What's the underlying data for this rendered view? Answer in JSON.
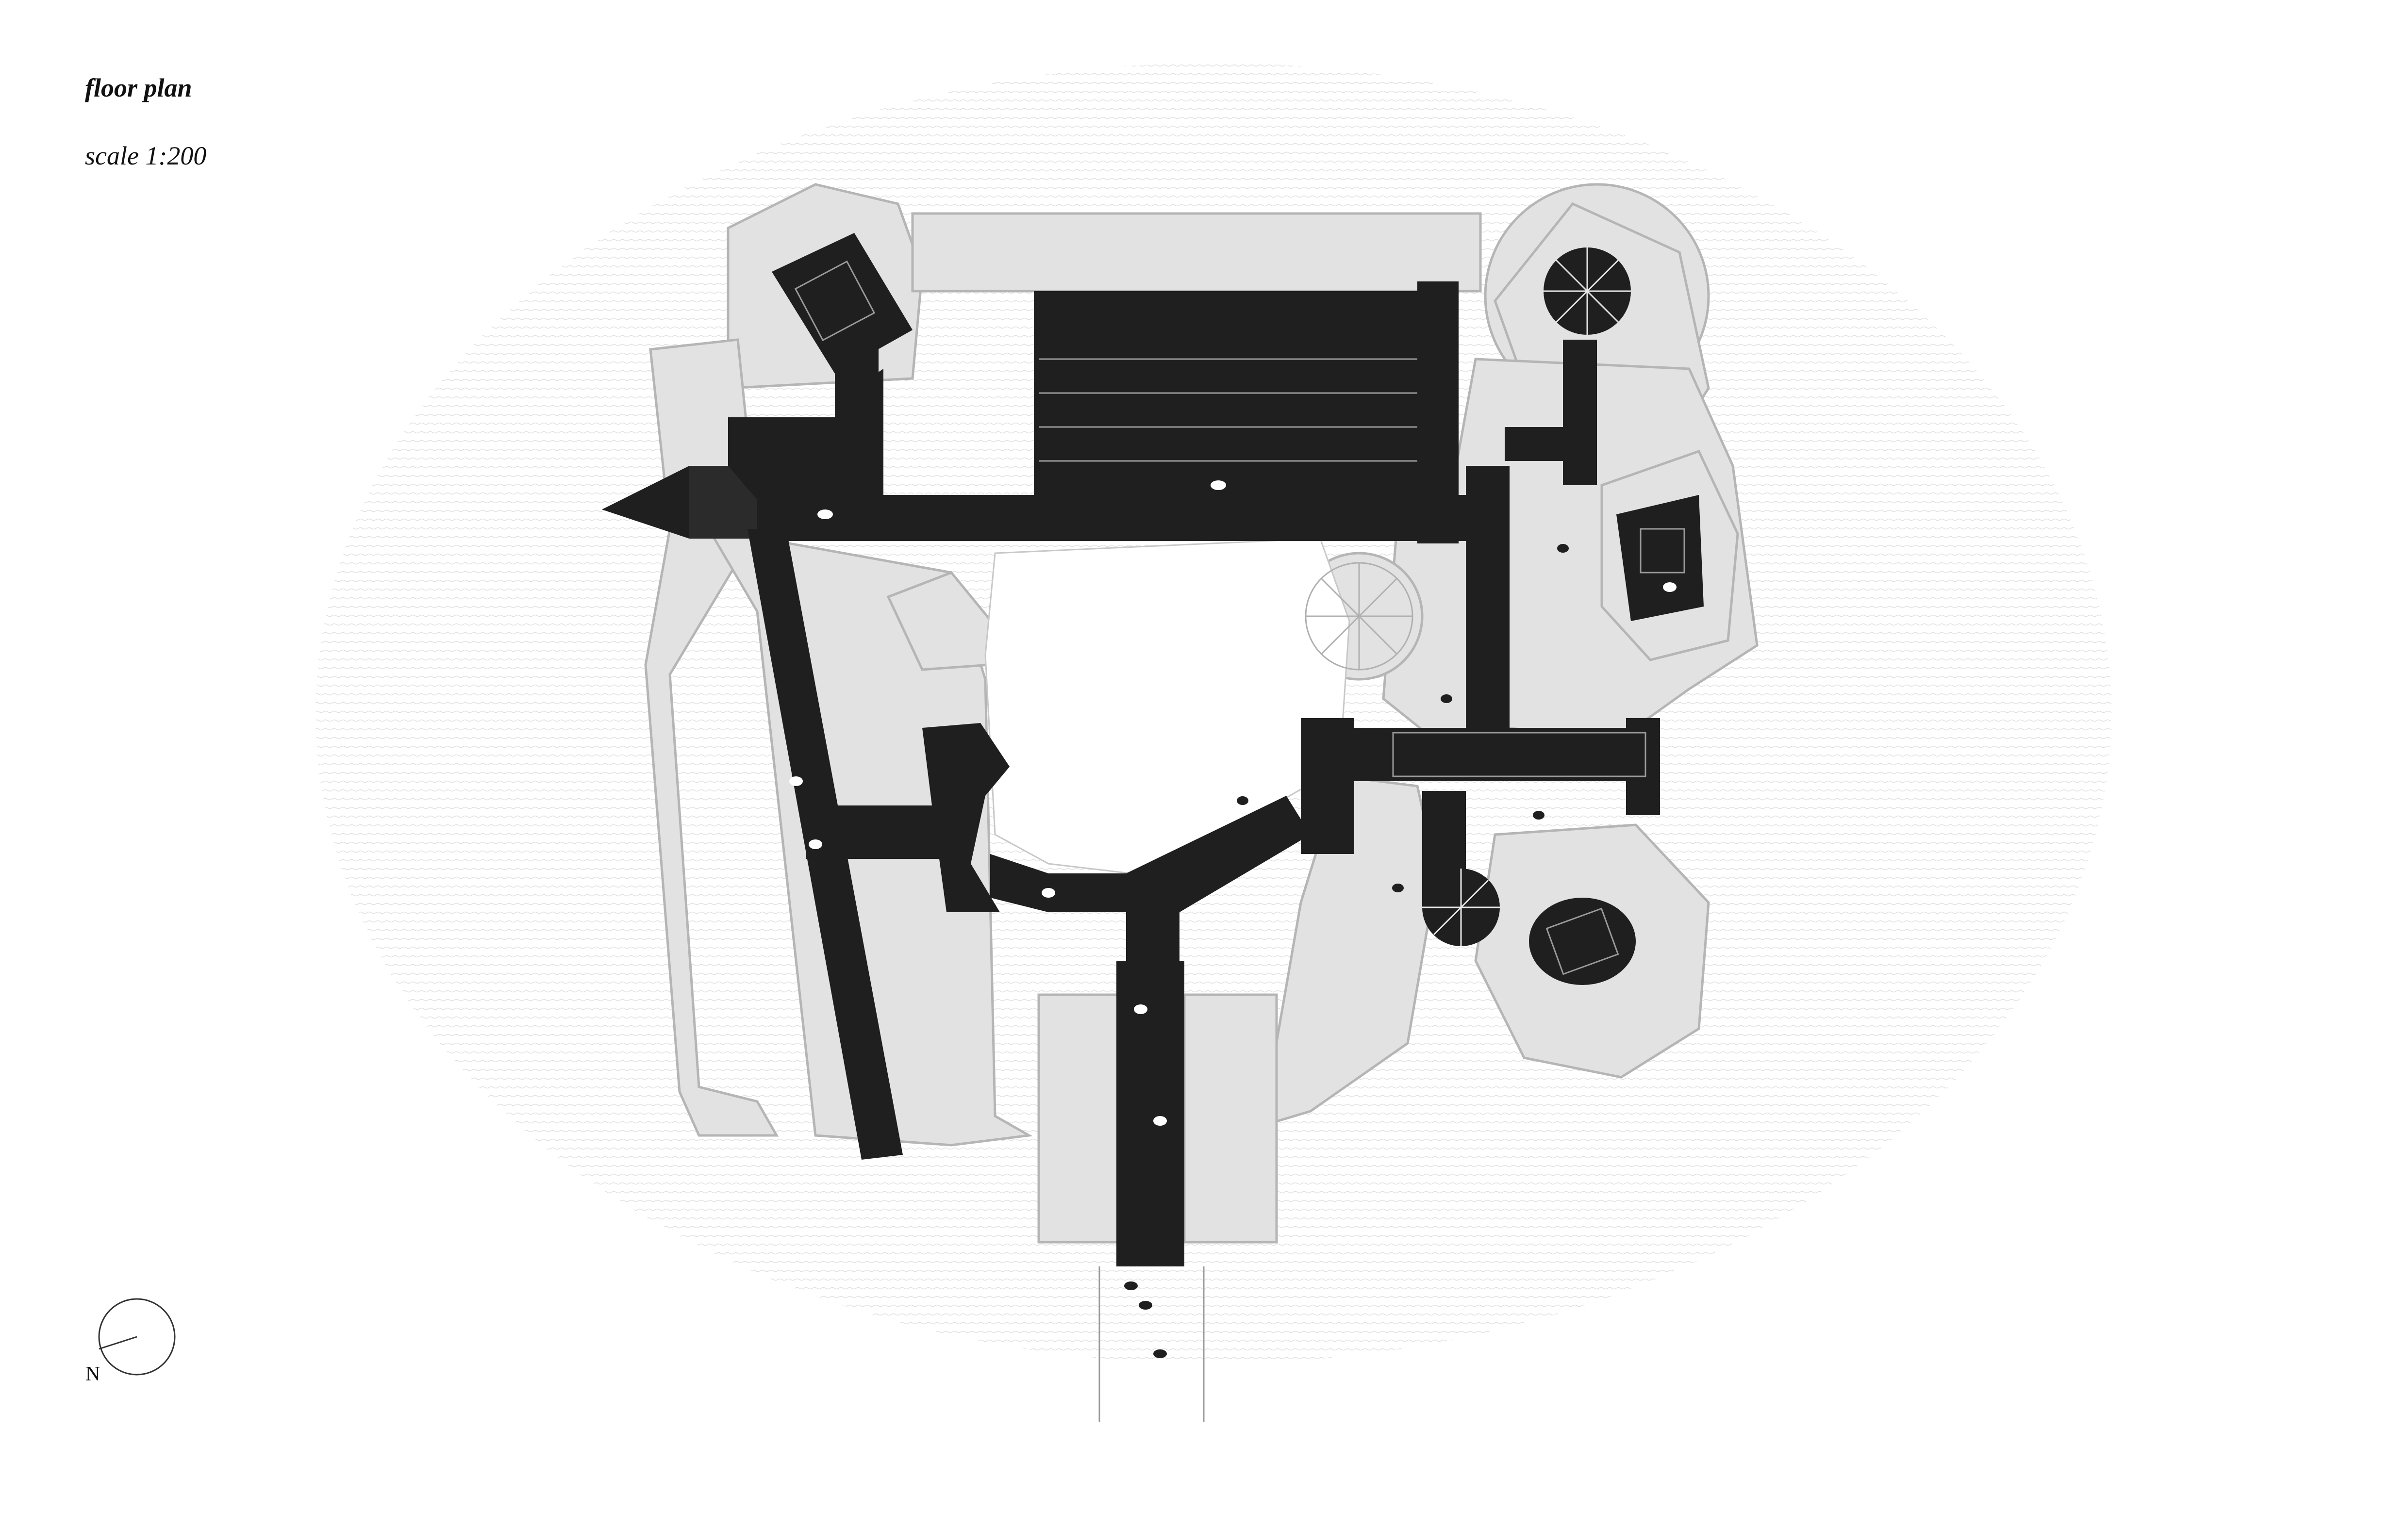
{
  "header": {
    "title": "floor plan",
    "scale": "scale 1:200"
  },
  "north_arrow": {
    "label": "N"
  },
  "colors": {
    "background": "#ffffff",
    "surroundings": "#efefef",
    "walls": "#e0e0e0",
    "wall_outline": "#bdbdbd",
    "route": "#1f1f1f",
    "line": "#333333"
  }
}
